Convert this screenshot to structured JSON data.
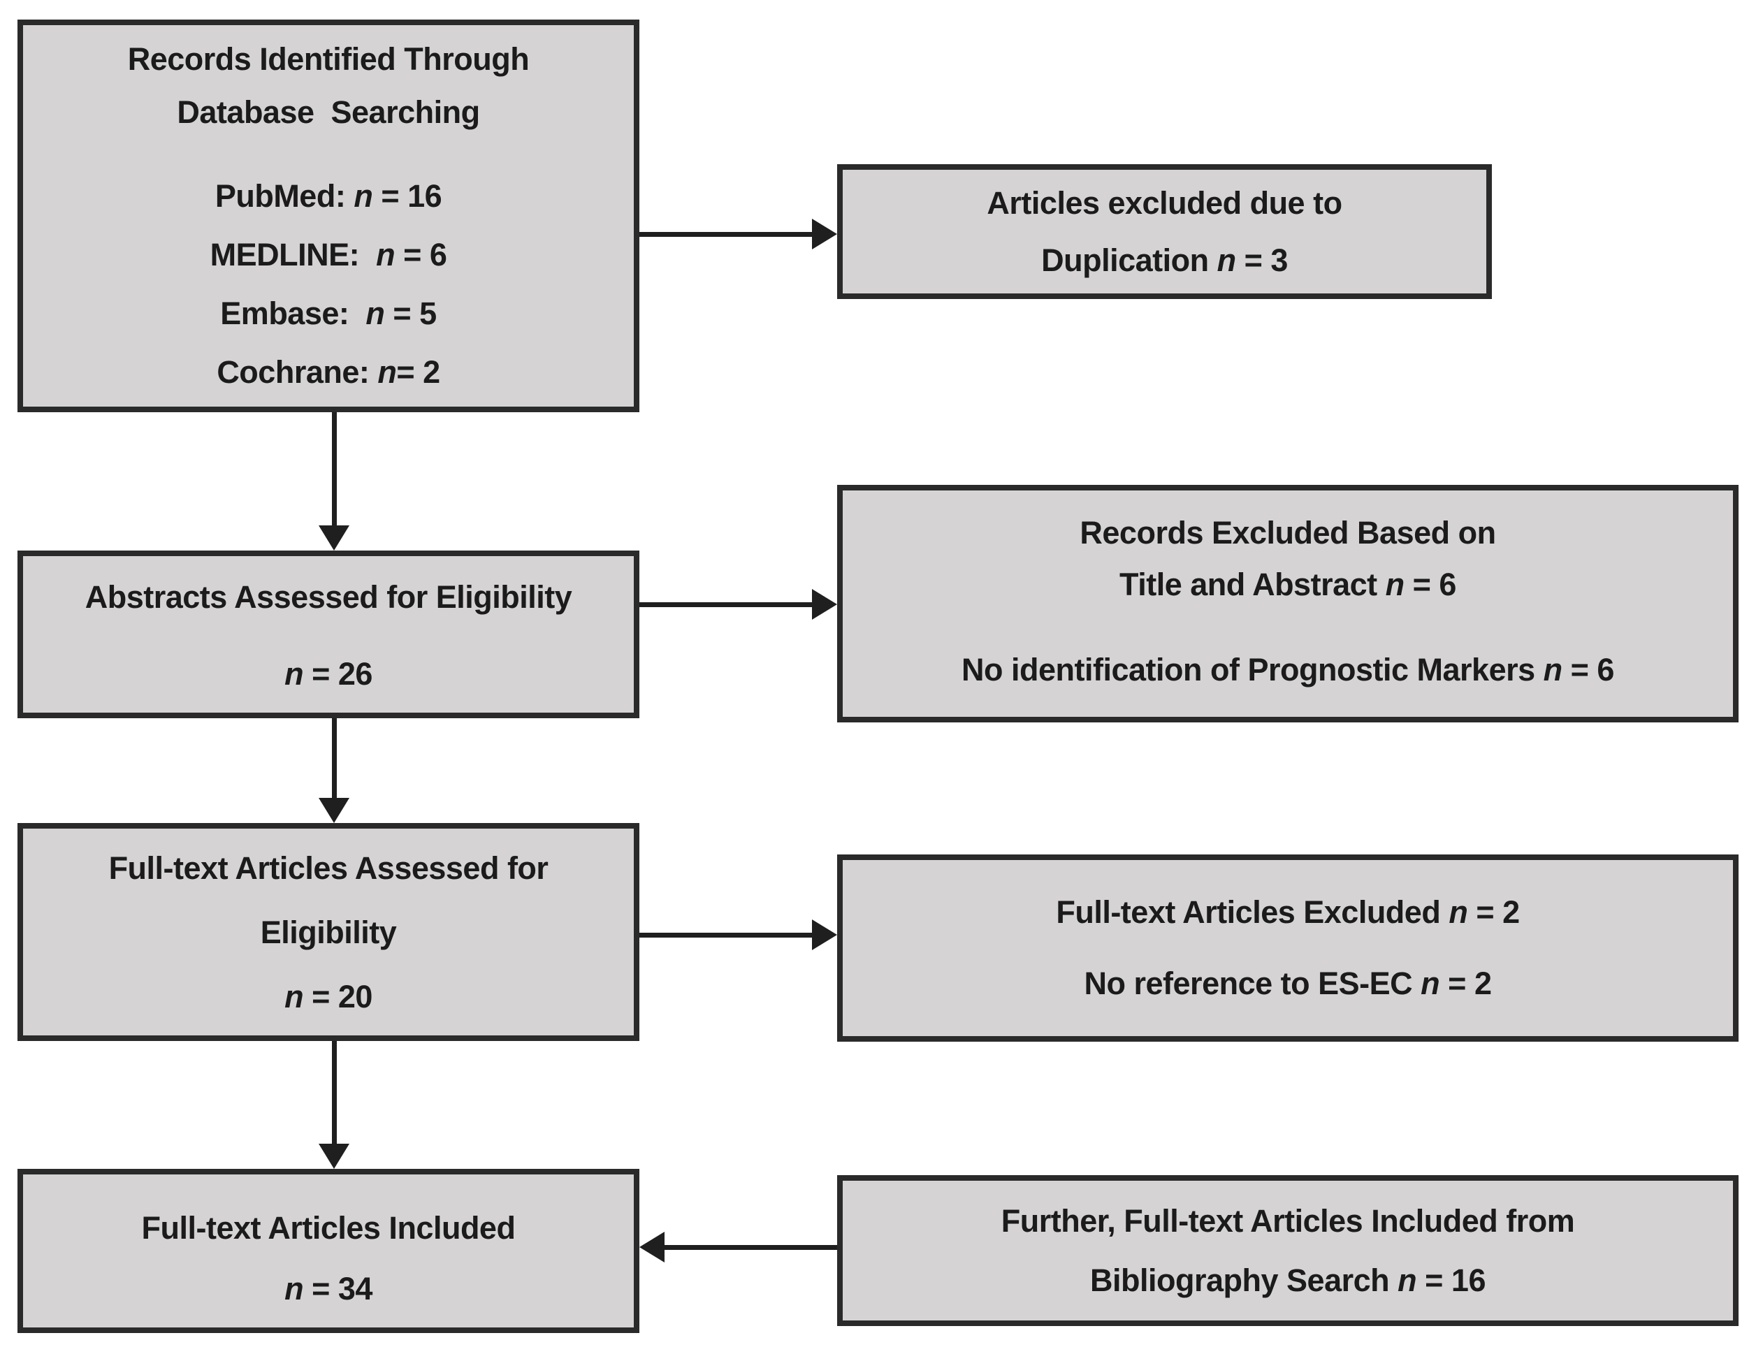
{
  "colors": {
    "box_fill": "#d5d3d4",
    "box_border": "#2a2a2a",
    "arrow": "#1f1f1f",
    "text": "#1b1b1b",
    "background": "#ffffff"
  },
  "boxes": {
    "records_identified": {
      "title_lines": [
        "Records Identified Through",
        "Database  Searching"
      ],
      "items": [
        "PubMed: n = 16",
        "MEDLINE:  n = 6",
        "Embase:  n = 5",
        "Cochrane: n= 2"
      ]
    },
    "articles_excluded_duplication": {
      "lines": [
        "Articles excluded due to",
        "Duplication n = 3"
      ]
    },
    "abstracts_assessed": {
      "title": "Abstracts Assessed for Eligibility",
      "count": "n = 26"
    },
    "records_excluded_title_abstract": {
      "lines": [
        "Records Excluded Based on",
        "Title and Abstract n = 6",
        "No identification of Prognostic Markers n = 6"
      ]
    },
    "fulltext_assessed": {
      "title_lines": [
        "Full-text Articles Assessed for",
        "Eligibility"
      ],
      "count": "n = 20"
    },
    "fulltext_excluded": {
      "lines": [
        "Full-text Articles Excluded n = 2",
        "No reference to ES-EC n = 2"
      ]
    },
    "fulltext_included": {
      "title": "Full-text Articles Included",
      "count": "n = 34"
    },
    "further_included_bibliography": {
      "lines": [
        "Further, Full-text Articles Included from",
        "Bibliography Search n = 16"
      ]
    }
  }
}
